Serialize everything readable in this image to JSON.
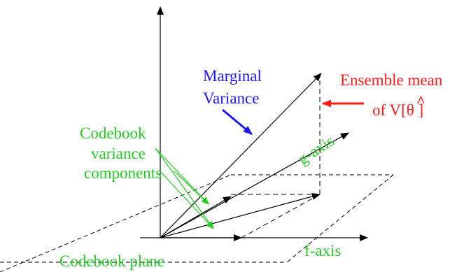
{
  "labels": {
    "marginal_variance_1": "Marginal",
    "marginal_variance_2": "Variance",
    "ensemble_mean_1": "Ensemble mean",
    "ensemble_mean_2": "of V[",
    "ensemble_mean_theta": "θ",
    "ensemble_mean_hat": "^",
    "ensemble_mean_3": " ]",
    "codebook_components_1": "Codebook",
    "codebook_components_2": "variance",
    "codebook_components_3": "components",
    "g_axis": "g-axis",
    "f_axis": "f-axis",
    "codebook_plane": "Codebook plane"
  },
  "colors": {
    "marginal_variance": "#1a1aff",
    "ensemble_mean": "#ff1a1a",
    "codebook": "#22cc22",
    "lines": "#000000"
  }
}
